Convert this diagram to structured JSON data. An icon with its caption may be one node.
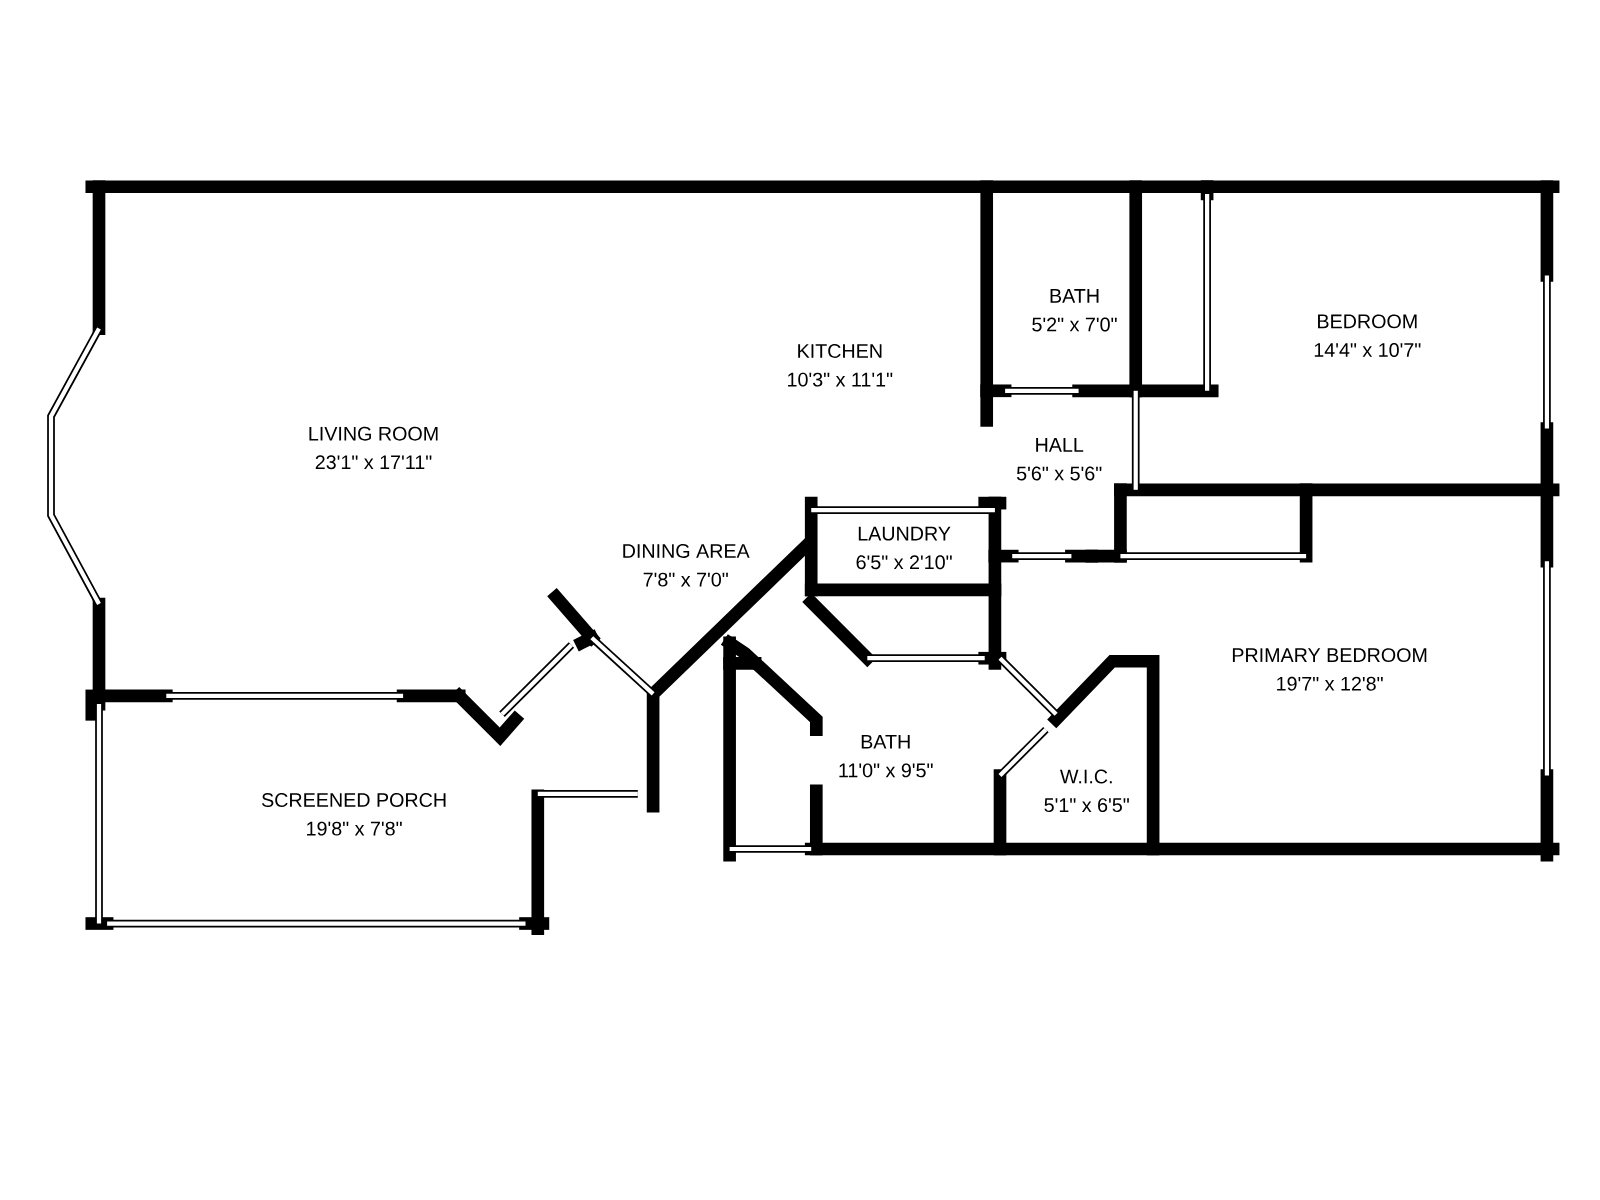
{
  "diagram": {
    "labels": [
      "KITCHEN",
      "10'3\" x 11'1\"",
      "BATH",
      "5'2\" x 7'0\"",
      "BEDROOM",
      "14'4\" x 10'7\"",
      "LIVING ROOM",
      "23'1\" x 17'11\"",
      "HALL",
      "5'6\" x 5'6\"",
      "LAUNDRY",
      "6'5\" x 2'10\"",
      "DINING AREA",
      "7'8\" x 7'0\"",
      "PRIMARY BEDROOM",
      "19'7\" x 12'8\"",
      "BATH",
      "11'0\" x 9'5\"",
      "W.I.C.",
      "5'1\" x 6'5\"",
      "SCREENED PORCH",
      "19'8\" x 7'8\""
    ]
  }
}
